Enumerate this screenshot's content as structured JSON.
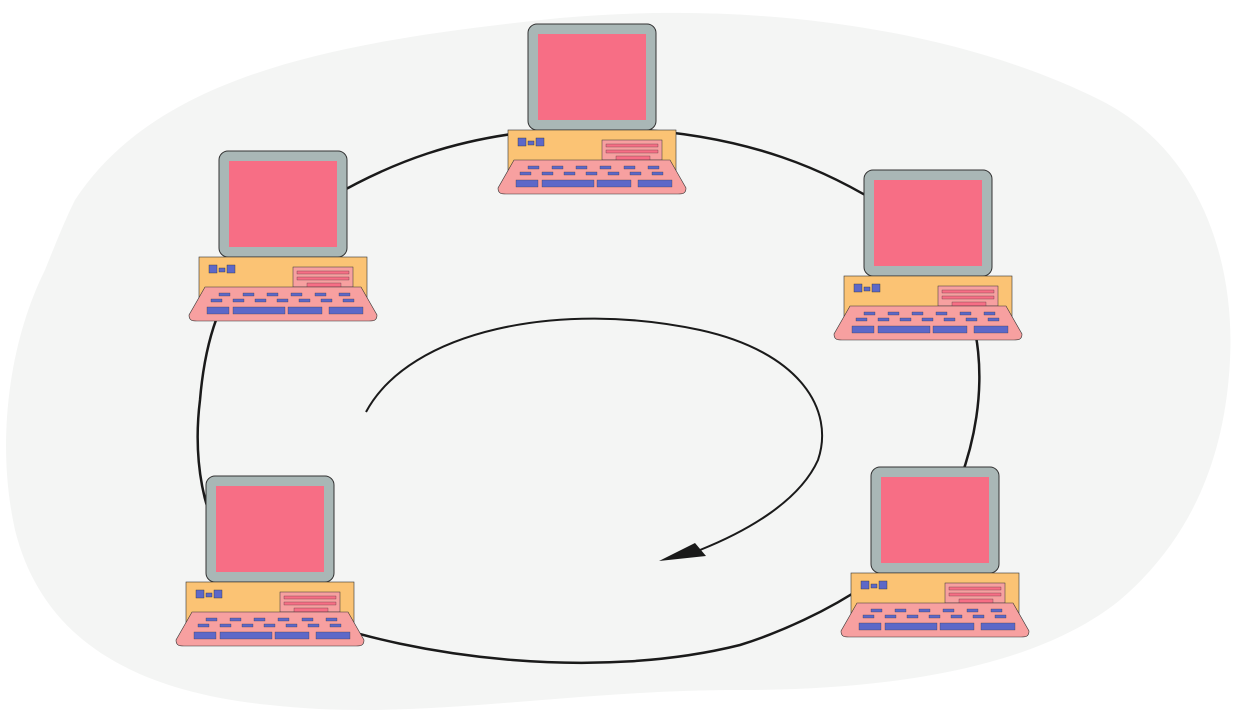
{
  "diagram": {
    "type": "ring-network",
    "node_count": 5,
    "nodes": [
      {
        "id": "top",
        "icon": "desktop-computer-icon"
      },
      {
        "id": "upper-right",
        "icon": "desktop-computer-icon"
      },
      {
        "id": "lower-right",
        "icon": "desktop-computer-icon"
      },
      {
        "id": "lower-left",
        "icon": "desktop-computer-icon"
      },
      {
        "id": "upper-left",
        "icon": "desktop-computer-icon"
      }
    ],
    "flow_direction": "clockwise"
  },
  "colors": {
    "background_blob": "#f4f5f4",
    "monitor_frame": "#a9b7b6",
    "screen": "#f76e85",
    "case": "#fbc374",
    "keyboard": "#f7a0a0",
    "keys": "#5d68c8",
    "line": "#1a1a1a"
  }
}
